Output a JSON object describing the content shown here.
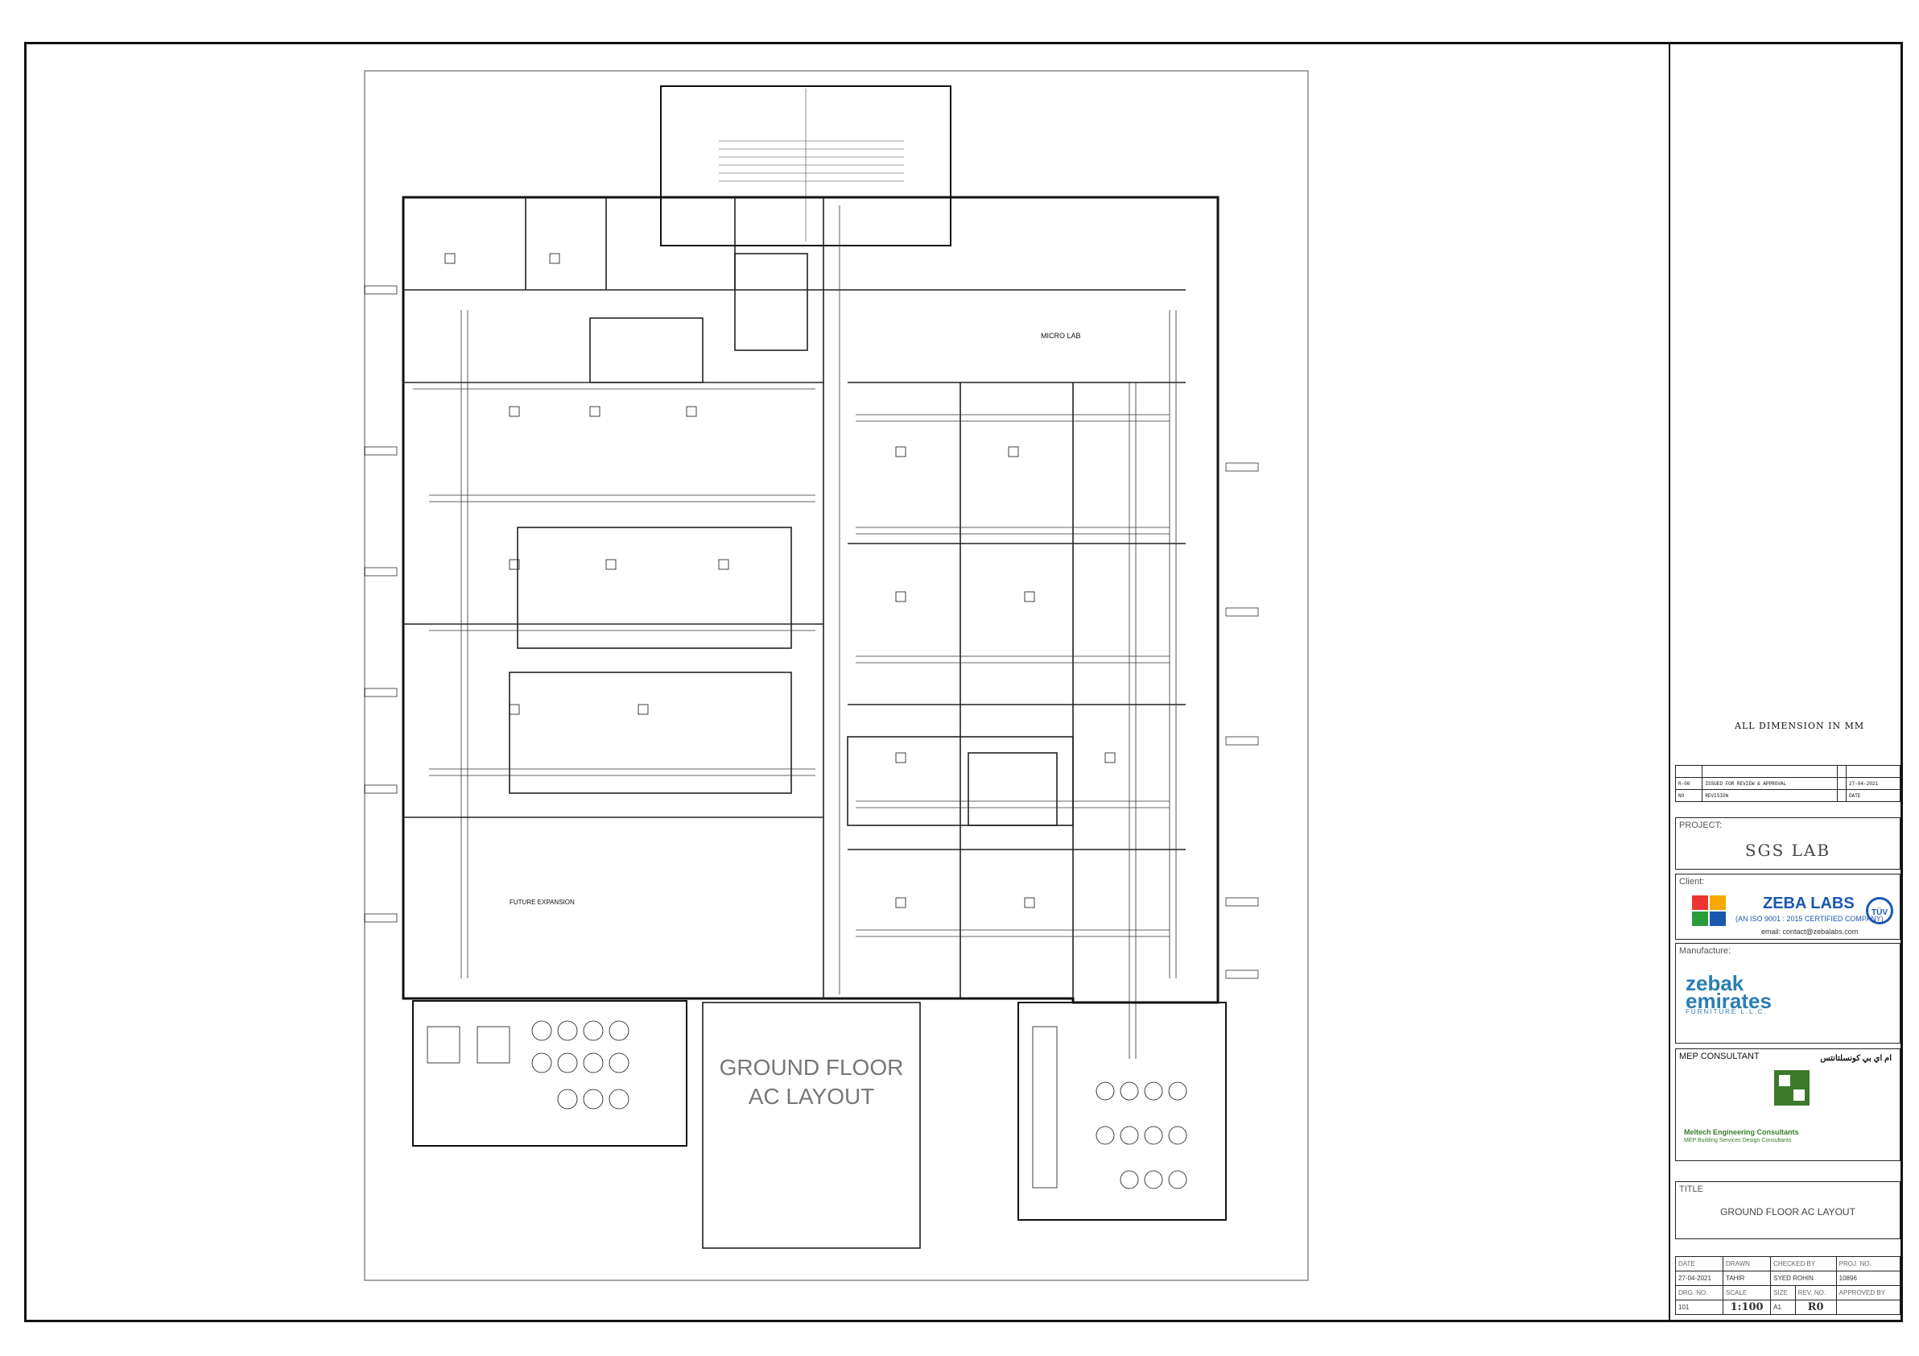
{
  "drawing": {
    "main_title_line1": "GROUND FLOOR",
    "main_title_line2": "AC LAYOUT",
    "room_labels": [
      "MICRO LAB",
      "FUTURE EXPANSION"
    ]
  },
  "title_block": {
    "note": "ALL DIMENSION IN MM",
    "revision": {
      "row": [
        "R-00",
        "ISSUED FOR REVIEW & APPROVAL",
        "27-04-2021"
      ],
      "header": [
        "NO",
        "REVISION",
        "DATE"
      ]
    },
    "project": {
      "label": "PROJECT:",
      "value": "SGS  LAB"
    },
    "client": {
      "label": "Client:",
      "name": "ZEBA LABS",
      "cert": "(AN ISO 9001 : 2015 CERTIFIED COMPANY)",
      "email": "email: contact@zebalabs.com",
      "badge": "TÜV"
    },
    "manufacture": {
      "label": "Manufacture:",
      "logo_line1": "zebak",
      "logo_line2": "emirates",
      "logo_sub": "FURNITURE L.L.C."
    },
    "mep": {
      "label": "MEP CONSULTANT",
      "arabic": "ام اي بي كونسلتانتس",
      "name": "Meltech Engineering Consultants",
      "sub": "MEP Building Services Design Consultants"
    },
    "title": {
      "label": "TITLE",
      "value": "GROUND FLOOR AC LAYOUT"
    },
    "meta": {
      "date_label": "DATE",
      "date": "27-04-2021",
      "drawn_label": "DRAWN",
      "drawn": "TAHIR",
      "checked_label": "CHECKED BY",
      "checked": "SYED ROHIN",
      "proj_label": "PROJ. NO.",
      "proj": "10896",
      "drg_label": "DRG. NO.",
      "drg": "101",
      "scale_label": "SCALE",
      "scale": "1:100",
      "size_label": "SIZE",
      "size": "A1",
      "rev_label": "REV. NO.",
      "rev": "R0",
      "approved_label": "APPROVED BY"
    }
  }
}
